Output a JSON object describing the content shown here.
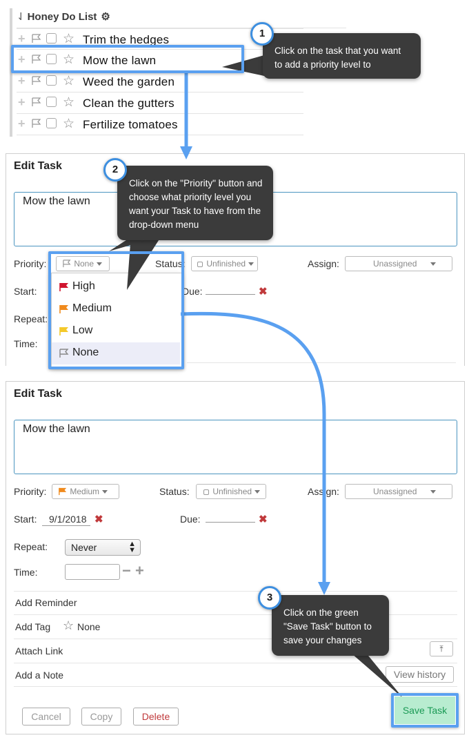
{
  "list": {
    "title": "Honey Do List",
    "title_icon": "list-sort-icon",
    "tasks": [
      "Trim the hedges",
      "Mow the lawn",
      "Weed the garden",
      "Clean the gutters",
      "Fertilize tomatoes"
    ]
  },
  "callouts": {
    "step1": {
      "number": "1",
      "text": "Click on the task that you want to add a priority level to"
    },
    "step2": {
      "number": "2",
      "text": "Click on the \"Priority\" button and choose what priority level you want your Task to have from the drop-down menu"
    },
    "step3": {
      "number": "3",
      "text": "Click on the green \"Save Task\" button to save your changes"
    }
  },
  "edit_panel_1": {
    "title": "Edit Task",
    "task_text": "Mow the lawn",
    "priority_label": "Priority:",
    "priority_value": "None",
    "status_label": "Status:",
    "status_value": "Unfinished",
    "assign_label": "Assign:",
    "assign_value": "Unassigned",
    "start_label": "Start:",
    "due_label": "Due:",
    "repeat_label": "Repeat:",
    "time_label": "Time:",
    "priority_menu": [
      {
        "label": "High",
        "color": "#d0142f"
      },
      {
        "label": "Medium",
        "color": "#f08a1c"
      },
      {
        "label": "Low",
        "color": "#f4c92a"
      },
      {
        "label": "None",
        "color": "#888888"
      }
    ]
  },
  "edit_panel_2": {
    "title": "Edit Task",
    "task_text": "Mow the lawn",
    "priority_label": "Priority:",
    "priority_value": "Medium",
    "status_label": "Status:",
    "status_value": "Unfinished",
    "assign_label": "Assign:",
    "assign_value": "Unassigned",
    "start_label": "Start:",
    "start_value": "9/1/2018",
    "due_label": "Due:",
    "repeat_label": "Repeat:",
    "repeat_value": "Never",
    "time_label": "Time:",
    "add_reminder": "Add Reminder",
    "add_tag": "Add Tag",
    "tag_value": "None",
    "attach_link": "Attach Link",
    "add_note": "Add a Note",
    "view_history": "View history",
    "cancel": "Cancel",
    "copy": "Copy",
    "delete": "Delete",
    "save": "Save Task"
  },
  "colors": {
    "accent_blue": "#5aa0f0",
    "save_green": "#b8ecd0",
    "delete_red": "#c0393b",
    "medium_orange": "#f08a1c"
  }
}
